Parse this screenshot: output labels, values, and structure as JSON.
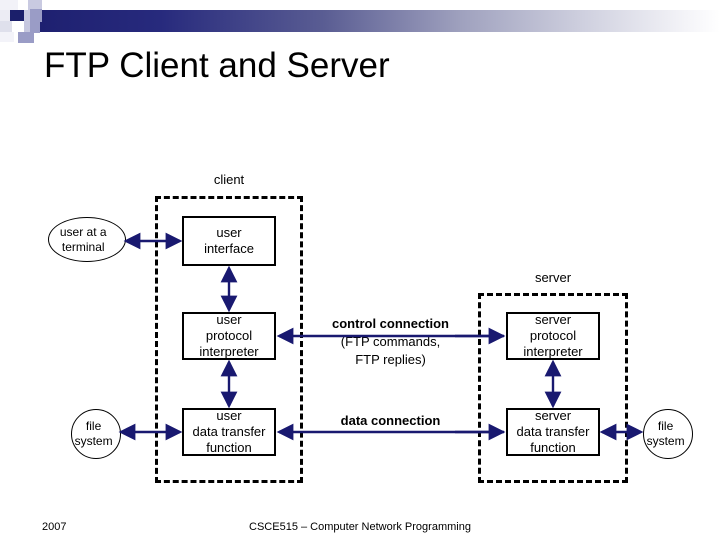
{
  "slide": {
    "title": "FTP Client and Server",
    "colors": {
      "accent_dark": "#1e2070",
      "arrow": "#191970",
      "outline": "#000000",
      "background": "#ffffff"
    }
  },
  "decoration": {
    "squares": [
      {
        "name": "square-dark-navy",
        "color": "#1b1f6b"
      },
      {
        "name": "square-light-lavender",
        "color": "#c9cae1"
      },
      {
        "name": "square-mid-periwinkle",
        "color": "#9a9cc6"
      },
      {
        "name": "square-pale",
        "color": "#e3e4ef"
      }
    ],
    "gradient_bar": {
      "from": "#1e2070",
      "to": "#ffffff"
    }
  },
  "diagram": {
    "client_zone_label": "client",
    "server_zone_label": "server",
    "client_nodes": [
      {
        "id": "user-interface",
        "lines": [
          "user",
          "interface"
        ]
      },
      {
        "id": "user-protocol-interpreter",
        "lines": [
          "user",
          "protocol",
          "interpreter"
        ]
      },
      {
        "id": "user-data-transfer-function",
        "lines": [
          "user",
          "data transfer",
          "function"
        ]
      }
    ],
    "server_nodes": [
      {
        "id": "server-protocol-interpreter",
        "lines": [
          "server",
          "protocol",
          "interpreter"
        ]
      },
      {
        "id": "server-data-transfer-function",
        "lines": [
          "server",
          "data transfer",
          "function"
        ]
      }
    ],
    "endpoints": [
      {
        "id": "user-at-a-terminal",
        "lines": [
          "user at a",
          "terminal"
        ]
      },
      {
        "id": "client-file-system",
        "lines": [
          "file",
          "system"
        ]
      },
      {
        "id": "server-file-system",
        "lines": [
          "file",
          "system"
        ]
      }
    ],
    "connections": [
      {
        "id": "control-connection",
        "title": "control connection",
        "detail_line_1": "(FTP commands,",
        "detail_line_2": "FTP replies)"
      },
      {
        "id": "data-connection",
        "title": "data connection"
      }
    ]
  },
  "footer": {
    "year": "2007",
    "course": "CSCE515 – Computer Network Programming"
  }
}
